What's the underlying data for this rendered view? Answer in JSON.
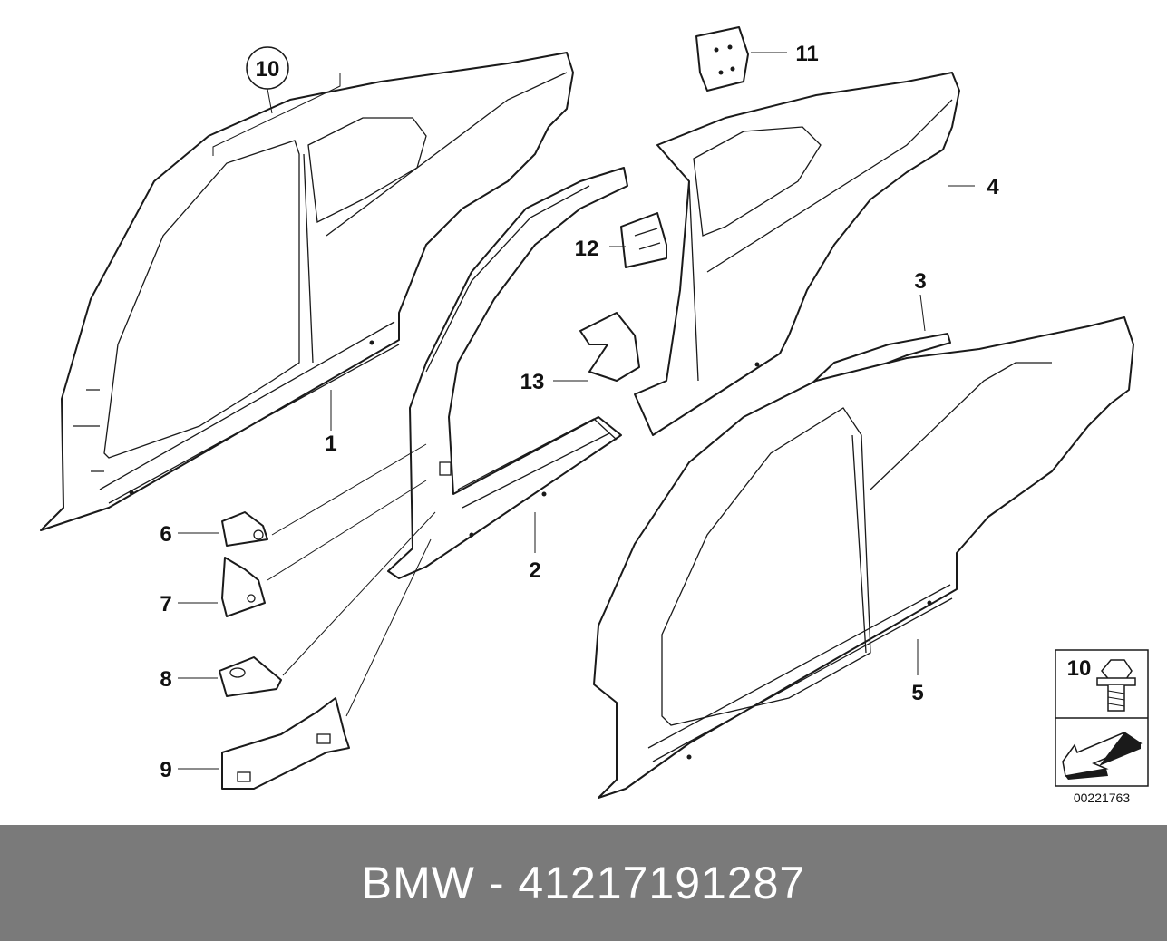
{
  "diagram": {
    "callouts": {
      "c1": "1",
      "c2": "2",
      "c3": "3",
      "c4": "4",
      "c5": "5",
      "c6": "6",
      "c7": "7",
      "c8": "8",
      "c9": "9",
      "c10": "10",
      "c11": "11",
      "c12": "12",
      "c13": "13"
    },
    "legend": {
      "item_number": "10",
      "item_icon": "bolt-icon",
      "direction_icon": "arrow-icon"
    },
    "doc_number": "00221763"
  },
  "banner": {
    "text": "BMW - 41217191287",
    "background": "#7a7a7a",
    "color": "#ffffff"
  }
}
